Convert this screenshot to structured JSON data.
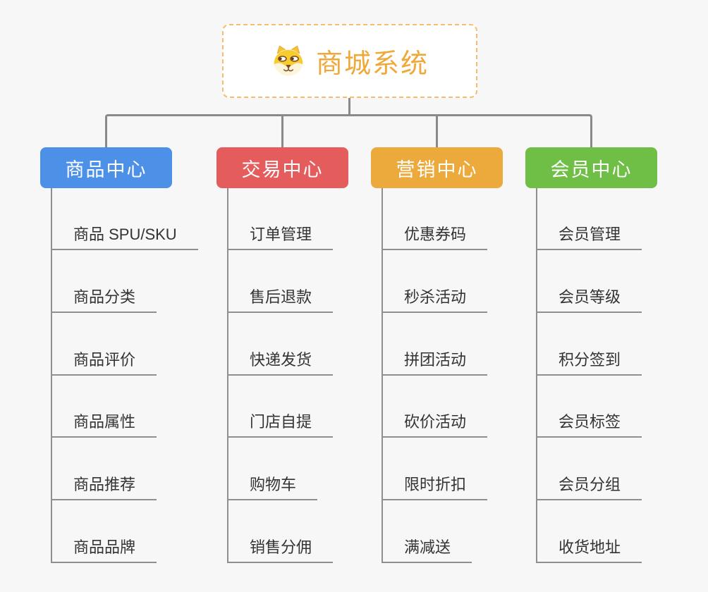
{
  "root": {
    "title": "商城系统",
    "icon": "dog-face-icon"
  },
  "branches": [
    {
      "label": "商品中心",
      "color": "#4c90e8",
      "children": [
        "商品 SPU/SKU",
        "商品分类",
        "商品评价",
        "商品属性",
        "商品推荐",
        "商品品牌"
      ]
    },
    {
      "label": "交易中心",
      "color": "#e45c5c",
      "children": [
        "订单管理",
        "售后退款",
        "快递发货",
        "门店自提",
        "购物车",
        "销售分佣"
      ]
    },
    {
      "label": "营销中心",
      "color": "#ecaa3d",
      "children": [
        "优惠券码",
        "秒杀活动",
        "拼团活动",
        "砍价活动",
        "限时折扣",
        "满减送"
      ]
    },
    {
      "label": "会员中心",
      "color": "#6fbe45",
      "children": [
        "会员管理",
        "会员等级",
        "积分签到",
        "会员标签",
        "会员分组",
        "收货地址"
      ]
    }
  ],
  "colors": {
    "background": "#f7f7f7",
    "root_accent": "#efa93b",
    "root_border": "#f6bd6e",
    "connector": "#8a8a8a",
    "leaf_line": "#8f8f8f",
    "leaf_text": "#333333"
  }
}
